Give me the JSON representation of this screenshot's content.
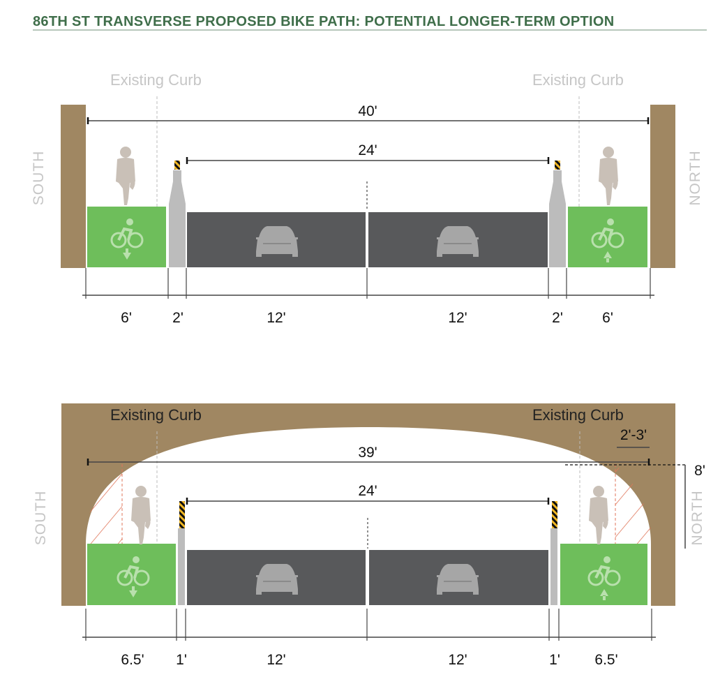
{
  "title": "86TH ST TRANSVERSE PROPOSED BIKE PATH: POTENTIAL LONGER-TERM OPTION",
  "colors": {
    "title": "#3f6e4a",
    "wall": "#a08762",
    "bike_lane": "#6ebe5b",
    "road": "#58595b",
    "buffer": "#bcbcbc",
    "hatch": "#e0765a"
  },
  "top_section": {
    "curb_left": "Existing Curb",
    "curb_right": "Existing Curb",
    "total_width": "40'",
    "travel_width": "24'",
    "south": "SOUTH",
    "north": "NORTH",
    "segments": [
      "6'",
      "2'",
      "12'",
      "12'",
      "2'",
      "6'"
    ]
  },
  "bottom_section": {
    "curb_left": "Existing Curb",
    "curb_right": "Existing Curb",
    "total_width": "39'",
    "travel_width": "24'",
    "offset": "2'-3'",
    "height": "8'",
    "south": "SOUTH",
    "north": "NORTH",
    "segments": [
      "6.5'",
      "1'",
      "12'",
      "12'",
      "1'",
      "6.5'"
    ]
  }
}
